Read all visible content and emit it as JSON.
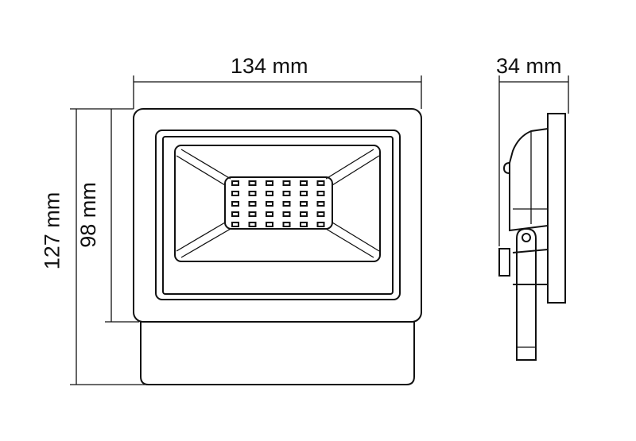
{
  "dimensions": {
    "width": "134 mm",
    "depth": "34 mm",
    "total_height": "127 mm",
    "body_height": "98 mm"
  },
  "led_grid": {
    "columns": 6,
    "rows": 5
  }
}
